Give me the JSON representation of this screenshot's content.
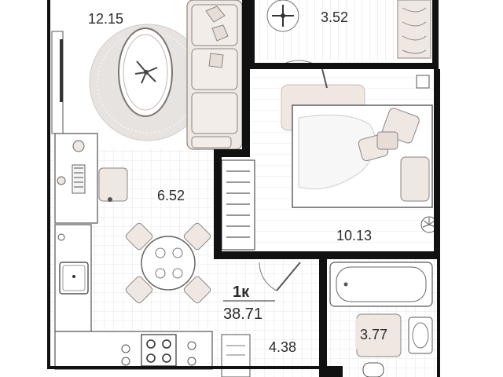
{
  "plan": {
    "rooms": {
      "living": "12.15",
      "balcony": "3.52",
      "bedroom": "10.13",
      "kitchen": "6.52",
      "hall": "4.38",
      "bath": "3.77"
    },
    "unit_type": "1к",
    "total_area": "38.71"
  },
  "colors": {
    "wall": "#111111",
    "floor_tile": "#d9d9d9",
    "furniture": "#efe7e2",
    "furniture_stroke": "#8a8582",
    "rug": "#e3e0de"
  },
  "icons": [
    "ceiling-fan-icon",
    "plant-icon",
    "stove-icon",
    "sink-icon",
    "toilet-icon",
    "bathtub-icon",
    "washbasin-icon"
  ]
}
